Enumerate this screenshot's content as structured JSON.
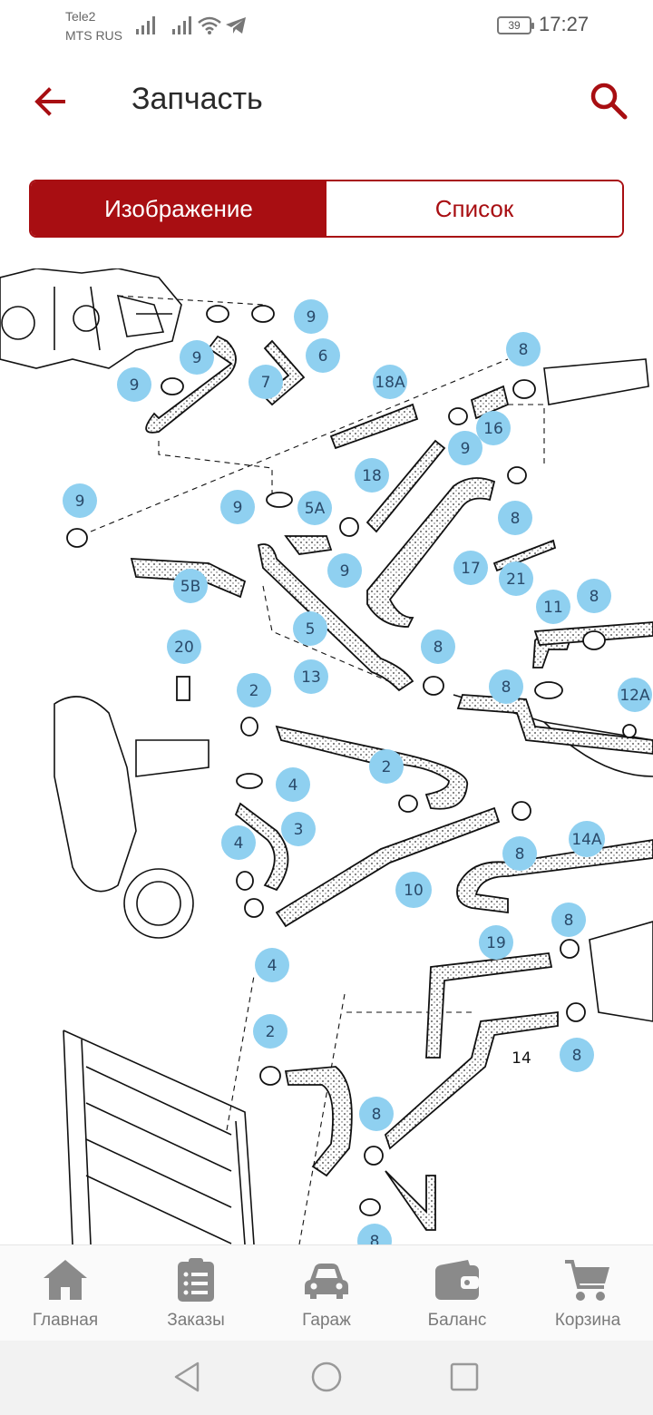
{
  "status_bar": {
    "carrier_1": "Tele2",
    "carrier_2": "MTS RUS",
    "battery": "39",
    "time": "17:27"
  },
  "app_bar": {
    "title": "Запчасть",
    "back_icon": "arrow-left-icon",
    "search_icon": "search-icon"
  },
  "segmented": {
    "image_label": "Изображение",
    "list_label": "Список",
    "active": "image"
  },
  "diagram": {
    "callouts": [
      "9",
      "9",
      "6",
      "9",
      "7",
      "8",
      "18A",
      "16",
      "9",
      "18",
      "9",
      "8",
      "9",
      "5A",
      "9",
      "17",
      "21",
      "5B",
      "5",
      "11",
      "8",
      "20",
      "8",
      "8",
      "2",
      "13",
      "12A",
      "2",
      "4",
      "3",
      "8",
      "4",
      "10",
      "14A",
      "4",
      "19",
      "8",
      "14",
      "2",
      "8",
      "8",
      "8"
    ]
  },
  "bottom_nav": {
    "items": [
      {
        "label": "Главная",
        "icon": "home-icon"
      },
      {
        "label": "Заказы",
        "icon": "orders-icon"
      },
      {
        "label": "Гараж",
        "icon": "car-icon"
      },
      {
        "label": "Баланс",
        "icon": "wallet-icon"
      },
      {
        "label": "Корзина",
        "icon": "cart-icon"
      }
    ]
  },
  "colors": {
    "accent": "#a80e12",
    "callout_fill": "#8fd0f0",
    "nav_icon": "#8a8a8a"
  }
}
